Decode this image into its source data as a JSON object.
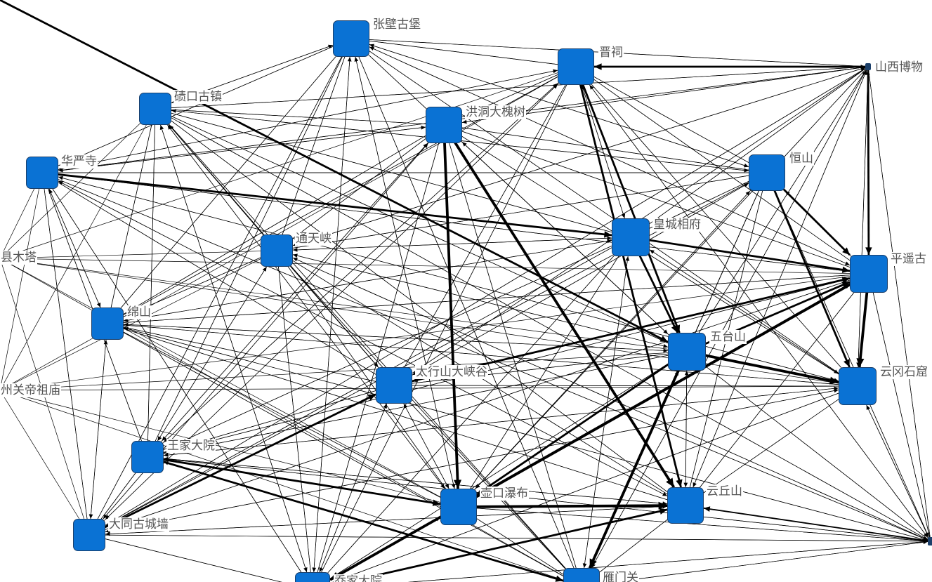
{
  "diagram": {
    "colors": {
      "node_fill": "#0a72d4",
      "node_border": "#1b3f6a",
      "edge": "#000000",
      "label": "#555555",
      "background": "#ffffff"
    },
    "nodes": [
      {
        "id": "zhangbi",
        "label": "张壁古堡"
      },
      {
        "id": "jinci",
        "label": "晋祠"
      },
      {
        "id": "shanxi_museum",
        "label": "山西博物"
      },
      {
        "id": "qikou",
        "label": "碛口古镇"
      },
      {
        "id": "hongdong",
        "label": "洪洞大槐树"
      },
      {
        "id": "huayan",
        "label": "华严寺"
      },
      {
        "id": "hengshan",
        "label": "恒山"
      },
      {
        "id": "tongtian",
        "label": "通天峡"
      },
      {
        "id": "huangcheng",
        "label": "皇城相府"
      },
      {
        "id": "muta",
        "label": "县木塔"
      },
      {
        "id": "pingyao",
        "label": "平遥古"
      },
      {
        "id": "mianshan",
        "label": "绵山"
      },
      {
        "id": "wutai",
        "label": "五台山"
      },
      {
        "id": "guandi",
        "label": "州关帝祖庙"
      },
      {
        "id": "taihang",
        "label": "太行山大峡谷"
      },
      {
        "id": "yungang",
        "label": "云冈石窟"
      },
      {
        "id": "wangjia",
        "label": "王家大院"
      },
      {
        "id": "hukou",
        "label": "壶口瀑布"
      },
      {
        "id": "yunqiu",
        "label": "云丘山"
      },
      {
        "id": "datong",
        "label": "大同古城墙"
      },
      {
        "id": "qiaojia",
        "label": "乔家大院"
      },
      {
        "id": "yanmen",
        "label": "雁门关"
      },
      {
        "id": "east_edge",
        "label": ""
      }
    ],
    "edges": [
      {
        "from": "hongdong",
        "to": "hukou",
        "weight": 3
      },
      {
        "from": "hongdong",
        "to": "yunqiu",
        "weight": 3
      },
      {
        "from": "pingyao",
        "to": "qiaojia",
        "weight": 3
      },
      {
        "from": "pingyao",
        "to": "hukou",
        "weight": 3
      },
      {
        "from": "hukou",
        "to": "yunqiu",
        "weight": 3
      },
      {
        "from": "wutai",
        "to": "yanmen",
        "weight": 3
      },
      {
        "from": "wutai",
        "to": "yungang",
        "weight": 3
      },
      {
        "from": "pingyao",
        "to": "yungang",
        "weight": 3
      },
      {
        "from": "hengshan",
        "to": "yungang",
        "weight": 2
      },
      {
        "from": "hengshan",
        "to": "pingyao",
        "weight": 2
      },
      {
        "from": "jinci",
        "to": "wutai",
        "weight": 2
      },
      {
        "from": "jinci",
        "to": "yunqiu",
        "weight": 2
      },
      {
        "from": "huangcheng",
        "to": "wutai",
        "weight": 2
      },
      {
        "from": "huangcheng",
        "to": "pingyao",
        "weight": 2
      },
      {
        "from": "wutai",
        "to": "pingyao",
        "weight": 2
      },
      {
        "from": "wutai",
        "to": "hukou",
        "weight": 2
      },
      {
        "from": "muta",
        "to": "wutai",
        "weight": 2
      },
      {
        "from": "wangjia",
        "to": "hukou",
        "weight": 2
      },
      {
        "from": "wangjia",
        "to": "yanmen",
        "weight": 2
      },
      {
        "from": "shanxi_museum",
        "to": "jinci",
        "weight": 2
      },
      {
        "from": "shanxi_museum",
        "to": "pingyao",
        "weight": 2
      },
      {
        "from": "taihang",
        "to": "pingyao",
        "weight": 2
      },
      {
        "from": "datong",
        "to": "taihang",
        "weight": 2
      },
      {
        "from": "huayan",
        "to": "huangcheng",
        "weight": 2
      },
      {
        "from": "qiaojia",
        "to": "yunqiu",
        "weight": 2
      },
      {
        "from": "east_edge",
        "to": "yunqiu",
        "weight": 1
      }
    ]
  }
}
